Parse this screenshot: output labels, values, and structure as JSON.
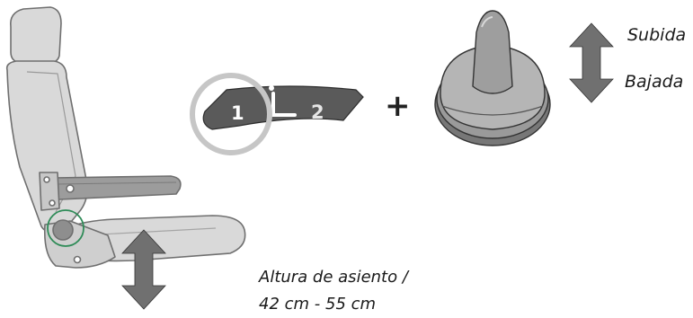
{
  "diagram": {
    "selector_button": {
      "position_1": "1",
      "position_2": "2",
      "highlighted_position": "1"
    },
    "plus_sign": "+",
    "joystick_labels": {
      "up": "Subida",
      "down": "Bajada"
    },
    "seat_height_caption": {
      "line1": "Altura de asiento /",
      "line2": "42 cm - 55 cm"
    },
    "colors": {
      "seat": "#d7d7d7",
      "seat_outline": "#6f6f6f",
      "control_dark": "#5a5a5a",
      "arrow": "#707070",
      "highlight_ring": "#c6c6c6",
      "lever_ring": "#2e8b57"
    }
  }
}
